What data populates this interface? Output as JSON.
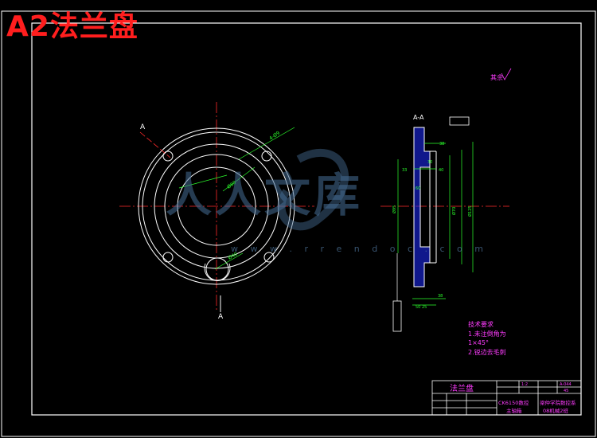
{
  "sheet": {
    "title": "A2法兰盘"
  },
  "drawing": {
    "section_label": "A-A",
    "cut_label": "A",
    "roughness_note": "其余",
    "dims_side": [
      "38",
      "30",
      "40",
      "60",
      "33",
      "Ø95",
      "Ø70",
      "Ø125",
      "38",
      "25",
      "50"
    ],
    "dims_front": [
      "4-Ø9",
      "Ø60",
      "Ø40"
    ]
  },
  "tech_notes": {
    "heading": "技术要求",
    "lines": [
      "1.未注倒角为",
      "1×45°",
      "2.锐边去毛刺"
    ]
  },
  "title_block": {
    "part_name": "法兰盘",
    "scale": "1:2",
    "sheet_no": "A-044",
    "qty": "45",
    "material": "CK6150数控",
    "school": "梁仲学院数控系",
    "designer": "主轴箱",
    "class": "08机械2班"
  },
  "watermark": {
    "text": "人人文库",
    "url": "w w w . r r e n d o c . c o m"
  },
  "colors": {
    "frame": "#ffffff",
    "dimension": "#2cff2c",
    "center_line": "#ff2a2a",
    "section": "#3c50ff",
    "text": "#ff3cff",
    "title": "#ff1e1e"
  }
}
